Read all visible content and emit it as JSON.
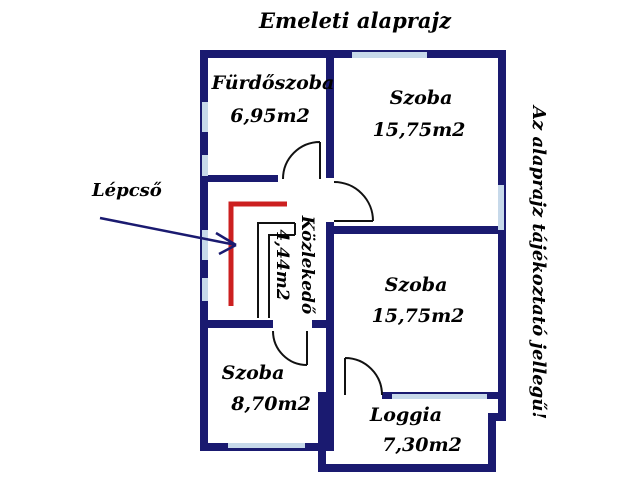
{
  "title": "Emeleti alaprajz",
  "side_note": "Az alaprajz tájékoztató jellegű!",
  "stairs_label": "Lépcső",
  "rooms": [
    {
      "name": "Fürdőszoba",
      "area": "6,95m2"
    },
    {
      "name": "Szoba",
      "area": "15,75m2"
    },
    {
      "name": "Közlekedő",
      "area": "4,44m2"
    },
    {
      "name": "Szoba",
      "area": "15,75m2"
    },
    {
      "name": "Szoba",
      "area": "8,70m2"
    },
    {
      "name": "Loggia",
      "area": "7,30m2"
    }
  ],
  "colors": {
    "wall": "#1a1a70",
    "window": "#c7d9ea",
    "stair_line": "#cc2020",
    "door_line": "#111111",
    "arrow": "#1a1a70"
  }
}
